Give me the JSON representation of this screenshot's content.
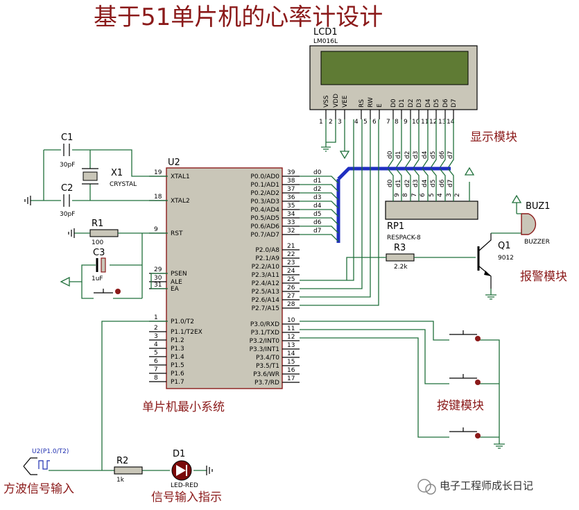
{
  "title": "基于51单片机的心率计设计",
  "modules": {
    "display": "显示模块",
    "alarm": "报警模块",
    "mcu": "单片机最小系统",
    "keys": "按键模块",
    "square_wave": "方波信号输入",
    "signal_indicator": "信号输入指示"
  },
  "lcd": {
    "ref": "LCD1",
    "model": "LM016L",
    "pins": [
      "VSS",
      "VDD",
      "VEE",
      "RS",
      "RW",
      "E",
      "D0",
      "D1",
      "D2",
      "D3",
      "D4",
      "D5",
      "D6",
      "D7"
    ],
    "pin_numbers": [
      "1",
      "2",
      "3",
      "4",
      "5",
      "6",
      "7",
      "8",
      "9",
      "10",
      "11",
      "12",
      "13",
      "14"
    ]
  },
  "mcu": {
    "ref": "U2",
    "left_pins": [
      {
        "num": "19",
        "name": "XTAL1"
      },
      {
        "num": "18",
        "name": "XTAL2"
      },
      {
        "num": "9",
        "name": "RST"
      },
      {
        "num": "29",
        "name": "PSEN"
      },
      {
        "num": "30",
        "name": "ALE"
      },
      {
        "num": "31",
        "name": "EA"
      },
      {
        "num": "1",
        "name": "P1.0/T2"
      },
      {
        "num": "2",
        "name": "P1.1/T2EX"
      },
      {
        "num": "3",
        "name": "P1.2"
      },
      {
        "num": "4",
        "name": "P1.3"
      },
      {
        "num": "5",
        "name": "P1.4"
      },
      {
        "num": "6",
        "name": "P1.5"
      },
      {
        "num": "7",
        "name": "P1.6"
      },
      {
        "num": "8",
        "name": "P1.7"
      }
    ],
    "right_pins": [
      {
        "num": "39",
        "name": "P0.0/AD0",
        "net": "d0"
      },
      {
        "num": "38",
        "name": "P0.1/AD1",
        "net": "d1"
      },
      {
        "num": "37",
        "name": "P0.2/AD2",
        "net": "d2"
      },
      {
        "num": "36",
        "name": "P0.3/AD3",
        "net": "d3"
      },
      {
        "num": "35",
        "name": "P0.4/AD4",
        "net": "d4"
      },
      {
        "num": "34",
        "name": "P0.5/AD5",
        "net": "d5"
      },
      {
        "num": "33",
        "name": "P0.6/AD6",
        "net": "d6"
      },
      {
        "num": "32",
        "name": "P0.7/AD7",
        "net": "d7"
      },
      {
        "num": "21",
        "name": "P2.0/A8",
        "net": ""
      },
      {
        "num": "22",
        "name": "P2.1/A9",
        "net": ""
      },
      {
        "num": "23",
        "name": "P2.2/A10",
        "net": ""
      },
      {
        "num": "24",
        "name": "P2.3/A11",
        "net": ""
      },
      {
        "num": "25",
        "name": "P2.4/A12",
        "net": ""
      },
      {
        "num": "26",
        "name": "P2.5/A13",
        "net": ""
      },
      {
        "num": "27",
        "name": "P2.6/A14",
        "net": ""
      },
      {
        "num": "28",
        "name": "P2.7/A15",
        "net": ""
      },
      {
        "num": "10",
        "name": "P3.0/RXD",
        "net": ""
      },
      {
        "num": "11",
        "name": "P3.1/TXD",
        "net": ""
      },
      {
        "num": "12",
        "name": "P3.2/INT0",
        "net": ""
      },
      {
        "num": "13",
        "name": "P3.3/INT1",
        "net": ""
      },
      {
        "num": "14",
        "name": "P3.4/T0",
        "net": ""
      },
      {
        "num": "15",
        "name": "P3.5/T1",
        "net": ""
      },
      {
        "num": "16",
        "name": "P3.6/WR",
        "net": ""
      },
      {
        "num": "17",
        "name": "P3.7/RD",
        "net": ""
      }
    ]
  },
  "components": {
    "c1": {
      "ref": "C1",
      "value": "30pF"
    },
    "c2": {
      "ref": "C2",
      "value": "30pF"
    },
    "x1": {
      "ref": "X1",
      "value": "CRYSTAL"
    },
    "r1": {
      "ref": "R1",
      "value": "100"
    },
    "c3": {
      "ref": "C3",
      "value": "1uF"
    },
    "rp1": {
      "ref": "RP1",
      "value": "RESPACK-8"
    },
    "r3": {
      "ref": "R3",
      "value": "2.2k"
    },
    "q1": {
      "ref": "Q1",
      "value": "9012"
    },
    "buz1": {
      "ref": "BUZ1",
      "value": "BUZZER"
    },
    "r2": {
      "ref": "R2",
      "value": "1k"
    },
    "d1": {
      "ref": "D1",
      "value": "LED-RED"
    }
  },
  "rp_labels": [
    "d0",
    "d1",
    "d2",
    "d3",
    "d4",
    "d5",
    "d6",
    "d7"
  ],
  "rp_pin_numbers": [
    "9",
    "8",
    "7",
    "6",
    "5",
    "4",
    "3",
    "2"
  ],
  "lcd_bus_labels": [
    "d0",
    "d1",
    "d2",
    "d3",
    "d4",
    "d5",
    "d6",
    "d7"
  ],
  "generator_label": "U2(P1.0/T2)",
  "watermark": "电子工程师成长日记"
}
